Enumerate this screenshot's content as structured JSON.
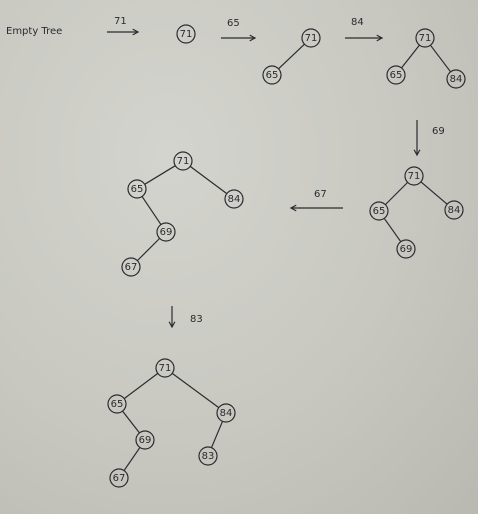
{
  "start_label": "Empty Tree",
  "steps": [
    {
      "id": "s1",
      "arrow_label": "71",
      "nodes": [
        {
          "id": "n71",
          "value": "71"
        }
      ],
      "edges": []
    },
    {
      "id": "s2",
      "arrow_label": "65",
      "nodes": [
        {
          "id": "n71",
          "value": "71"
        },
        {
          "id": "n65",
          "value": "65"
        }
      ],
      "edges": [
        [
          "n71",
          "n65"
        ]
      ]
    },
    {
      "id": "s3",
      "arrow_label": "84",
      "nodes": [
        {
          "id": "n71",
          "value": "71"
        },
        {
          "id": "n65",
          "value": "65"
        },
        {
          "id": "n84",
          "value": "84"
        }
      ],
      "edges": [
        [
          "n71",
          "n65"
        ],
        [
          "n71",
          "n84"
        ]
      ]
    },
    {
      "id": "s4",
      "arrow_label": "69",
      "nodes": [
        {
          "id": "n71",
          "value": "71"
        },
        {
          "id": "n65",
          "value": "65"
        },
        {
          "id": "n84",
          "value": "84"
        },
        {
          "id": "n69",
          "value": "69"
        }
      ],
      "edges": [
        [
          "n71",
          "n65"
        ],
        [
          "n71",
          "n84"
        ],
        [
          "n65",
          "n69"
        ]
      ]
    },
    {
      "id": "s5",
      "arrow_label": "67",
      "nodes": [
        {
          "id": "n71",
          "value": "71"
        },
        {
          "id": "n65",
          "value": "65"
        },
        {
          "id": "n84",
          "value": "84"
        },
        {
          "id": "n69",
          "value": "69"
        },
        {
          "id": "n67",
          "value": "67"
        }
      ],
      "edges": [
        [
          "n71",
          "n65"
        ],
        [
          "n71",
          "n84"
        ],
        [
          "n65",
          "n69"
        ],
        [
          "n69",
          "n67"
        ]
      ]
    },
    {
      "id": "s6",
      "arrow_label": "83",
      "nodes": [
        {
          "id": "n71",
          "value": "71"
        },
        {
          "id": "n65",
          "value": "65"
        },
        {
          "id": "n84",
          "value": "84"
        },
        {
          "id": "n69",
          "value": "69"
        },
        {
          "id": "n67",
          "value": "67"
        },
        {
          "id": "n83",
          "value": "83"
        }
      ],
      "edges": [
        [
          "n71",
          "n65"
        ],
        [
          "n71",
          "n84"
        ],
        [
          "n65",
          "n69"
        ],
        [
          "n69",
          "n67"
        ],
        [
          "n84",
          "n83"
        ]
      ]
    }
  ]
}
